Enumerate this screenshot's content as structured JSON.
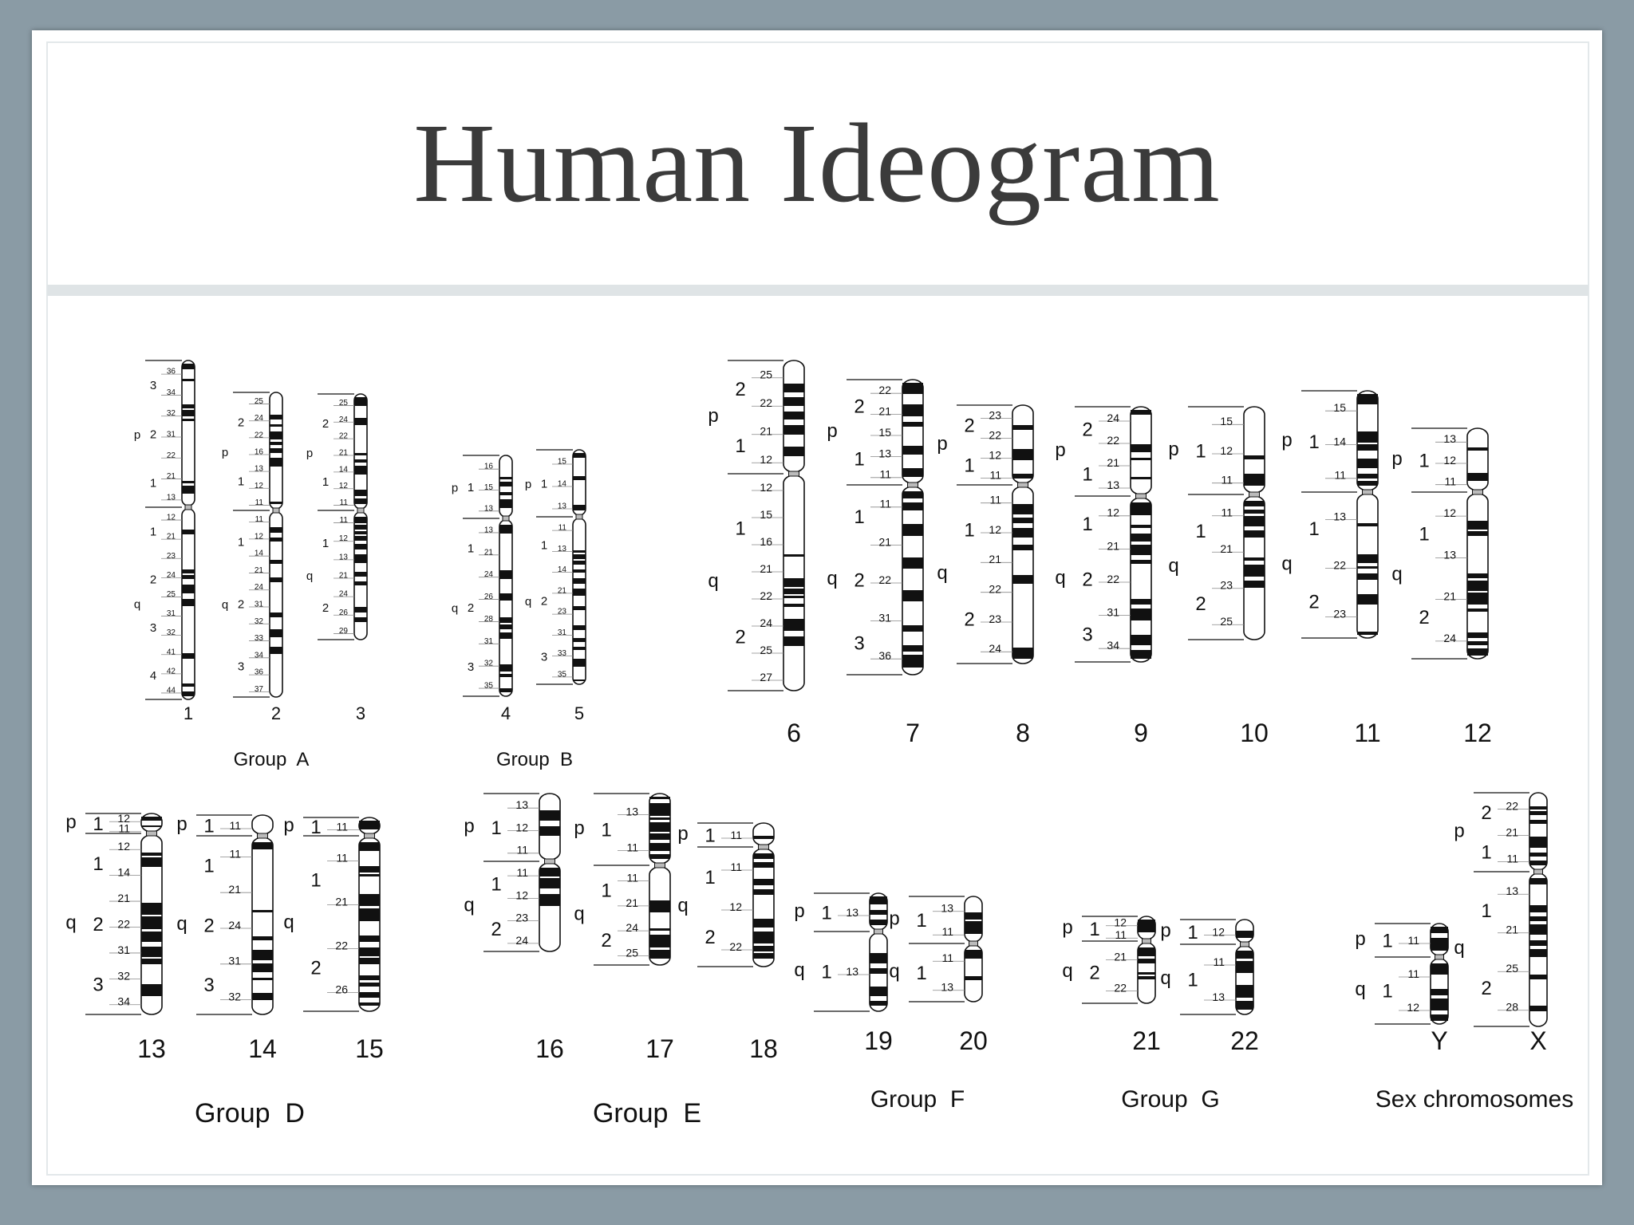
{
  "title": "Human Ideogram",
  "arm_labels": {
    "p": "p",
    "q": "q"
  },
  "chromosomes": [
    {
      "id": "1",
      "p_regions": [
        "3",
        "2",
        "1"
      ],
      "q_regions": [
        "1",
        "2",
        "3",
        "4"
      ],
      "p_bands": [
        "36",
        "34",
        "32",
        "31",
        "22",
        "21",
        "13"
      ],
      "q_bands": [
        "12",
        "21",
        "23",
        "24",
        "25",
        "31",
        "32",
        "41",
        "42",
        "44"
      ]
    },
    {
      "id": "2",
      "p_regions": [
        "2",
        "1"
      ],
      "q_regions": [
        "1",
        "2",
        "3"
      ],
      "p_bands": [
        "25",
        "24",
        "22",
        "16",
        "13",
        "12",
        "11"
      ],
      "q_bands": [
        "11",
        "12",
        "14",
        "21",
        "24",
        "31",
        "32",
        "33",
        "34",
        "36",
        "37"
      ]
    },
    {
      "id": "3",
      "p_regions": [
        "2",
        "1"
      ],
      "q_regions": [
        "1",
        "2"
      ],
      "p_bands": [
        "25",
        "24",
        "22",
        "21",
        "14",
        "12",
        "11"
      ],
      "q_bands": [
        "11",
        "12",
        "13",
        "21",
        "24",
        "26",
        "29"
      ]
    },
    {
      "id": "4",
      "p_regions": [
        "1"
      ],
      "q_regions": [
        "1",
        "2",
        "3"
      ],
      "p_bands": [
        "16",
        "15",
        "13"
      ],
      "q_bands": [
        "13",
        "21",
        "24",
        "26",
        "28",
        "31",
        "32",
        "35"
      ]
    },
    {
      "id": "5",
      "p_regions": [
        "1"
      ],
      "q_regions": [
        "1",
        "2",
        "3"
      ],
      "p_bands": [
        "15",
        "14",
        "13"
      ],
      "q_bands": [
        "11",
        "13",
        "14",
        "21",
        "23",
        "31",
        "33",
        "35"
      ]
    },
    {
      "id": "6",
      "p_regions": [
        "2",
        "1"
      ],
      "q_regions": [
        "1",
        "2"
      ],
      "p_bands": [
        "25",
        "22",
        "21",
        "12"
      ],
      "q_bands": [
        "12",
        "15",
        "16",
        "21",
        "22",
        "24",
        "25",
        "27"
      ]
    },
    {
      "id": "7",
      "p_regions": [
        "2",
        "1"
      ],
      "q_regions": [
        "1",
        "2",
        "3"
      ],
      "p_bands": [
        "22",
        "21",
        "15",
        "13",
        "11"
      ],
      "q_bands": [
        "11",
        "21",
        "22",
        "31",
        "36"
      ]
    },
    {
      "id": "8",
      "p_regions": [
        "2",
        "1"
      ],
      "q_regions": [
        "1",
        "2"
      ],
      "p_bands": [
        "23",
        "22",
        "12",
        "11"
      ],
      "q_bands": [
        "11",
        "12",
        "21",
        "22",
        "23",
        "24"
      ]
    },
    {
      "id": "9",
      "p_regions": [
        "2",
        "1"
      ],
      "q_regions": [
        "1",
        "2",
        "3"
      ],
      "p_bands": [
        "24",
        "22",
        "21",
        "13"
      ],
      "q_bands": [
        "12",
        "21",
        "22",
        "31",
        "34"
      ]
    },
    {
      "id": "10",
      "p_regions": [
        "1"
      ],
      "q_regions": [
        "1",
        "2"
      ],
      "p_bands": [
        "15",
        "12",
        "11"
      ],
      "q_bands": [
        "11",
        "21",
        "23",
        "25"
      ]
    },
    {
      "id": "11",
      "p_regions": [
        "1"
      ],
      "q_regions": [
        "1",
        "2"
      ],
      "p_bands": [
        "15",
        "14",
        "11"
      ],
      "q_bands": [
        "13",
        "22",
        "23"
      ]
    },
    {
      "id": "12",
      "p_regions": [
        "1"
      ],
      "q_regions": [
        "1",
        "2"
      ],
      "p_bands": [
        "13",
        "12",
        "11"
      ],
      "q_bands": [
        "12",
        "13",
        "21",
        "24"
      ]
    },
    {
      "id": "13",
      "p_regions": [
        "1"
      ],
      "q_regions": [
        "1",
        "2",
        "3"
      ],
      "p_bands": [
        "12",
        "11"
      ],
      "q_bands": [
        "12",
        "14",
        "21",
        "22",
        "31",
        "32",
        "34"
      ]
    },
    {
      "id": "14",
      "p_regions": [
        "1"
      ],
      "q_regions": [
        "1",
        "2",
        "3"
      ],
      "p_bands": [
        "11"
      ],
      "q_bands": [
        "11",
        "21",
        "24",
        "31",
        "32"
      ]
    },
    {
      "id": "15",
      "p_regions": [
        "1"
      ],
      "q_regions": [
        "1",
        "2"
      ],
      "p_bands": [
        "11"
      ],
      "q_bands": [
        "11",
        "21",
        "22",
        "26"
      ]
    },
    {
      "id": "16",
      "p_regions": [
        "1"
      ],
      "q_regions": [
        "1",
        "2"
      ],
      "p_bands": [
        "13",
        "12",
        "11"
      ],
      "q_bands": [
        "11",
        "12",
        "23",
        "24"
      ]
    },
    {
      "id": "17",
      "p_regions": [
        "1"
      ],
      "q_regions": [
        "1",
        "2"
      ],
      "p_bands": [
        "13",
        "11"
      ],
      "q_bands": [
        "11",
        "21",
        "24",
        "25"
      ]
    },
    {
      "id": "18",
      "p_regions": [
        "1"
      ],
      "q_regions": [
        "1",
        "2"
      ],
      "p_bands": [
        "11"
      ],
      "q_bands": [
        "11",
        "12",
        "22"
      ]
    },
    {
      "id": "19",
      "p_regions": [
        "1"
      ],
      "q_regions": [
        "1"
      ],
      "p_bands": [
        "13"
      ],
      "q_bands": [
        "13"
      ]
    },
    {
      "id": "20",
      "p_regions": [
        "1"
      ],
      "q_regions": [
        "1"
      ],
      "p_bands": [
        "13",
        "11"
      ],
      "q_bands": [
        "11",
        "13"
      ]
    },
    {
      "id": "21",
      "p_regions": [
        "1"
      ],
      "q_regions": [
        "2"
      ],
      "p_bands": [
        "12",
        "11"
      ],
      "q_bands": [
        "21",
        "22"
      ]
    },
    {
      "id": "22",
      "p_regions": [
        "1"
      ],
      "q_regions": [
        "1"
      ],
      "p_bands": [
        "12"
      ],
      "q_bands": [
        "11",
        "13"
      ]
    },
    {
      "id": "Y",
      "p_regions": [
        "1"
      ],
      "q_regions": [
        "1"
      ],
      "p_bands": [
        "11"
      ],
      "q_bands": [
        "11",
        "12"
      ]
    },
    {
      "id": "X",
      "p_regions": [
        "2",
        "1"
      ],
      "q_regions": [
        "1",
        "2"
      ],
      "p_bands": [
        "22",
        "21",
        "11"
      ],
      "q_bands": [
        "13",
        "21",
        "25",
        "28"
      ]
    }
  ],
  "groups": [
    {
      "id": "A",
      "label": "Group  A"
    },
    {
      "id": "B",
      "label": "Group  B"
    },
    {
      "id": "D",
      "label": "Group  D"
    },
    {
      "id": "E",
      "label": "Group  E"
    },
    {
      "id": "F",
      "label": "Group  F"
    },
    {
      "id": "G",
      "label": "Group  G"
    },
    {
      "id": "Sex",
      "label": "Sex chromosomes"
    }
  ]
}
